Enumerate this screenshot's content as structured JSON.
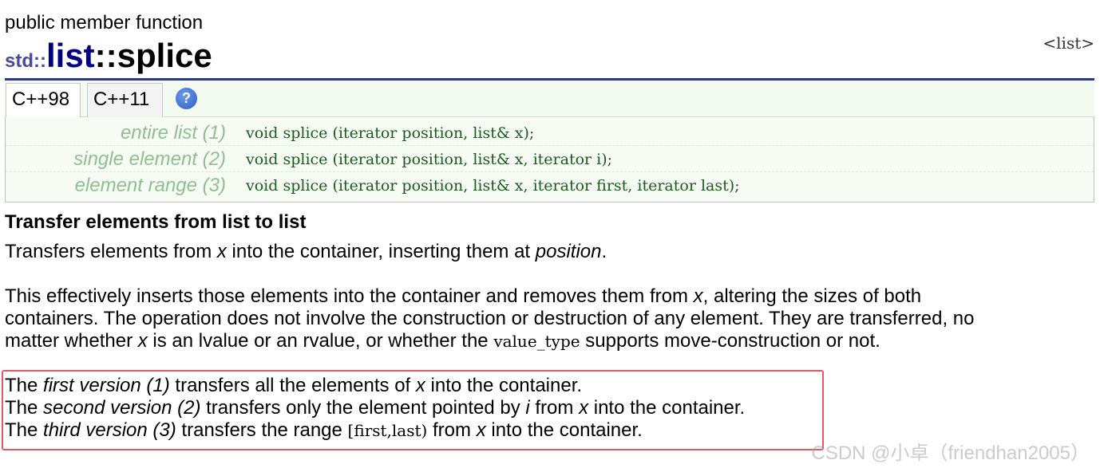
{
  "header": {
    "kind": "public member function",
    "namespace": "std::",
    "class_name": "list",
    "function_name": "::splice",
    "header_ref": "<list>"
  },
  "tabs": [
    {
      "label": "C++98",
      "active": true
    },
    {
      "label": "C++11",
      "active": false
    }
  ],
  "help_icon": "?",
  "prototypes": [
    {
      "label": "entire list (1)",
      "code": "void splice (iterator position, list& x);"
    },
    {
      "label": "single element (2)",
      "code": "void splice (iterator position, list& x, iterator i);"
    },
    {
      "label": "element range (3)",
      "code": "void splice (iterator position, list& x, iterator first, iterator last);"
    }
  ],
  "section_title": "Transfer elements from list to list",
  "para1": {
    "a": "Transfers elements from ",
    "x": "x",
    "b": " into the container, inserting them at ",
    "position": "position",
    "c": "."
  },
  "para2": {
    "line1a": "This effectively inserts those elements into the container and removes them from ",
    "line1x": "x",
    "line1b": ", altering the sizes of both",
    "line2": "containers. The operation does not involve the construction or destruction of any element. They are transferred, no",
    "line3a": "matter whether ",
    "line3x": "x",
    "line3b": " is an lvalue or an rvalue, or whether the ",
    "line3code": "value_type",
    "line3c": " supports move-construction or not."
  },
  "para3": {
    "l1a": "The ",
    "l1i": "first version (1)",
    "l1b": " transfers all the elements of ",
    "l1x": "x",
    "l1c": " into the container.",
    "l2a": "The ",
    "l2i": "second version (2)",
    "l2b": " transfers only the element pointed by ",
    "l2x": "i",
    "l2c": " from ",
    "l2x2": "x",
    "l2d": " into the container.",
    "l3a": "The ",
    "l3i": "third version (3)",
    "l3b": " transfers the range ",
    "l3code": "[first,last)",
    "l3c": " from ",
    "l3x": "x",
    "l3d": " into the container."
  },
  "watermark": "CSDN @小卓（friendhan2005）",
  "colors": {
    "title_rule": "#2e3a8c",
    "highlight_border": "#e25a6a",
    "proto_label": "#8fbf8f",
    "proto_code": "#1d5a1d"
  }
}
